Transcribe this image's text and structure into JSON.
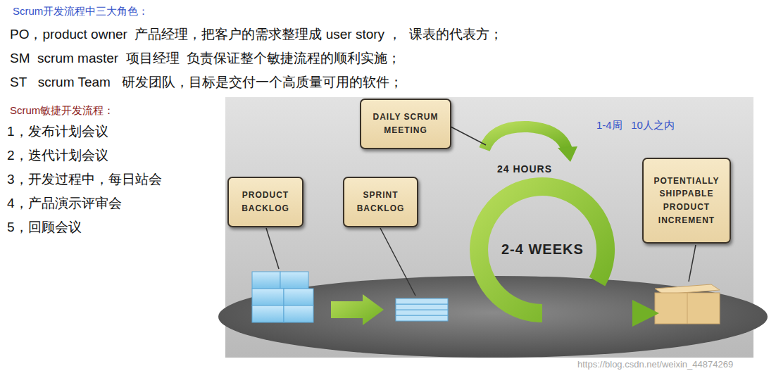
{
  "diagram": {
    "nodes": [
      {
        "text": [
          "DAILY SCRUM MEETING"
        ]
      },
      {
        "text": [
          "PRODUCT BACKLOG"
        ]
      },
      {
        "text": [
          "SPRINT BACKLOG"
        ]
      },
      {
        "text": [
          "POTENTIALLY SHIPPABLE PRODUCT INCREMENT"
        ]
      }
    ],
    "labels": [
      "Scrum开发流程中三大角色：",
      "PO，product owner  产品经理，把客户的需求整理成 user story ，  课表的代表方；",
      "SM  scrum master  项目经理  负责保证整个敏捷流程的顺利实施；",
      "ST   scrum Team   研发团队，目标是交付一个高质量可用的软件；",
      "Scrum敏捷开发流程：",
      "1，发布计划会议",
      "2，迭代计划会议",
      "3，开发过程中，每日站会",
      "4，产品演示评审会",
      "5，回顾会议",
      "1-4周   10人之内",
      "24 HOURS",
      "2-4 WEEKS",
      "https://blog.csdn.net/weixin_44874269"
    ]
  }
}
